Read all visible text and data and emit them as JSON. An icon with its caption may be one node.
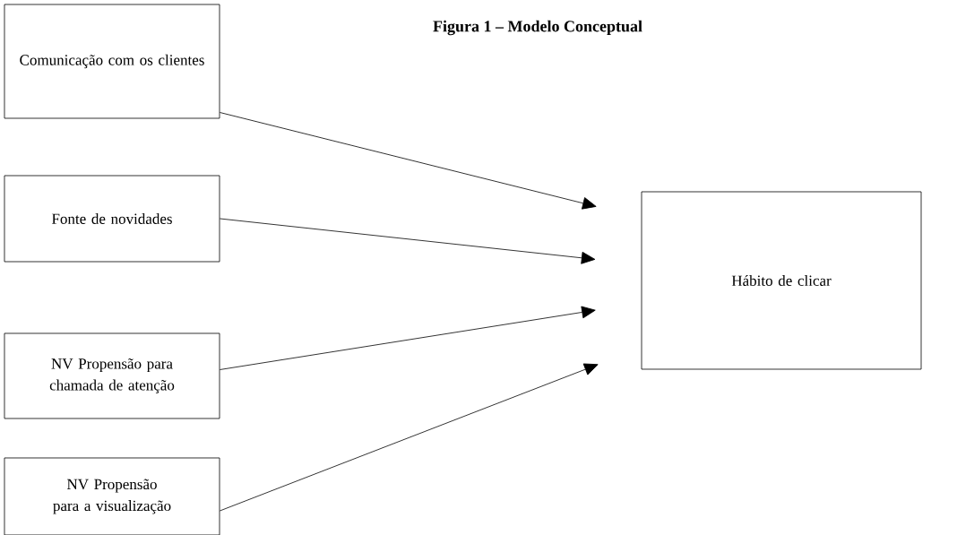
{
  "diagram": {
    "title": "Figura 1 – Modelo Conceptual",
    "nodes": [
      {
        "text": [
          "Comunicação com os clientes"
        ]
      },
      {
        "text": [
          "Fonte de novidades"
        ]
      },
      {
        "text": [
          "NV Propensão para chamada de atenção"
        ]
      },
      {
        "text": [
          "NV Propensão para a visualização"
        ]
      },
      {
        "text": [
          "Hábito de clicar"
        ]
      }
    ],
    "edges": [
      {
        "from": 0,
        "to": 4,
        "arrow": "to"
      },
      {
        "from": 1,
        "to": 4,
        "arrow": "to"
      },
      {
        "from": 2,
        "to": 4,
        "arrow": "to"
      },
      {
        "from": 3,
        "to": 4,
        "arrow": "to"
      }
    ]
  }
}
